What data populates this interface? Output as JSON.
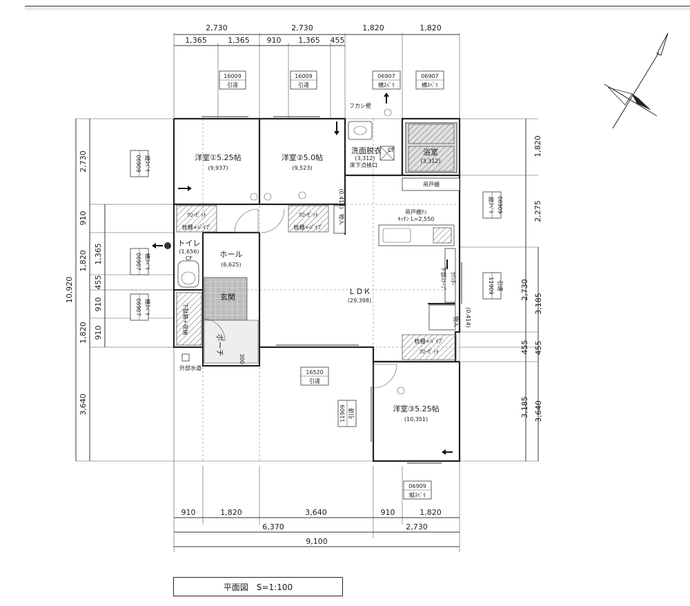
{
  "top_dims_row1": [
    "2,730",
    "2,730",
    "1,820",
    "1,820"
  ],
  "top_dims_row2": [
    "1,365",
    "1,365",
    "910",
    "1,365",
    "455"
  ],
  "bottom_dims_row1": [
    "910",
    "1,820",
    "3,640",
    "910",
    "1,820"
  ],
  "bottom_dims_row2": [
    "6,370",
    "2,730"
  ],
  "bottom_dims_total": "9,100",
  "left_dims_outer": [
    "2,730",
    "10,920",
    "3,640"
  ],
  "left_dims_inner": [
    "910",
    "1,820",
    "1,820"
  ],
  "left_dims_inner2": [
    "1,365",
    "455",
    "910",
    "910"
  ],
  "right_dims_inner": [
    "1,820",
    "2,275",
    "2,730",
    "455",
    "3,185"
  ],
  "right_dims_outer": [
    "3,185",
    "455",
    "3,640"
  ],
  "rooms": {
    "bedroom1": {
      "name": "洋室①5.25帖",
      "area": "(9,937)"
    },
    "bedroom2": {
      "name": "洋室②5.0帖",
      "area": "(9,523)"
    },
    "washroom": {
      "name": "洗面脱衣",
      "area": "(3,312)",
      "note": "CF",
      "note2": "床下点検口"
    },
    "bath": {
      "name": "浴室",
      "area": "(3,312)"
    },
    "toilet": {
      "name": "トイレ",
      "area": "(1,656)",
      "note": "CF"
    },
    "hall": {
      "name": "ホール",
      "area": "(6,625)"
    },
    "entrance": {
      "name": "玄関"
    },
    "porch": {
      "name": "ポーチ"
    },
    "ldk": {
      "name": "ＬＤＫ",
      "area": "(29,398)"
    },
    "bedroom3": {
      "name": "洋室③5.25帖",
      "area": "(10,351)"
    }
  },
  "labels": {
    "fukashi": "フカシ壁",
    "tsuritodana": "吊戸棚",
    "kitchen1": "吊戸棚ﾅｼ",
    "kitchen2": "ｷｯﾁﾝ L=2,550",
    "closet1": "ｸﾛｰｾﾞｯﾄ",
    "closet1b": "枕棚+ﾊﾟｲﾌﾟ",
    "closet2": "ｸﾛｰｾﾞｯﾄ",
    "closet2b": "枕棚+ﾊﾟｲﾌﾟ",
    "closet3a": "枕棚+ﾊﾟｲﾌﾟ",
    "closet3b": "ｸﾛｰｾﾞｯﾄ",
    "storage1": "物入",
    "storage2": "物入",
    "storage_area": "(0.414)",
    "storage_area2": "(0.414)",
    "stairs": "下部ｽﾄｰﾌﾞ",
    "counter": "ｶｳﾝﾀｰ",
    "shoe": "下駄箱+収納",
    "outside_water": "外部水道",
    "step": "300"
  },
  "window_tags": [
    {
      "code": "16009",
      "type": "引違"
    },
    {
      "code": "16009",
      "type": "引違"
    },
    {
      "code": "06907",
      "type": "横ｽﾍﾞﾘ"
    },
    {
      "code": "06907",
      "type": "横ｽﾍﾞﾘ"
    },
    {
      "code": "06909",
      "type": "縦ｽﾍﾞﾘ"
    },
    {
      "code": "06907",
      "type": "横ｽﾍﾞﾘ"
    },
    {
      "code": "06907",
      "type": "横ｽﾍﾞﾘ"
    },
    {
      "code": "06909",
      "type": "縦ｽﾍﾞﾘ"
    },
    {
      "code": "11909",
      "type": "引違"
    },
    {
      "code": "16520",
      "type": "引違"
    },
    {
      "code": "11909",
      "type": "引違"
    },
    {
      "code": "06909",
      "type": "縦ｽﾍﾞﾘ"
    }
  ],
  "sheet_title": "平面図　S=1:100"
}
